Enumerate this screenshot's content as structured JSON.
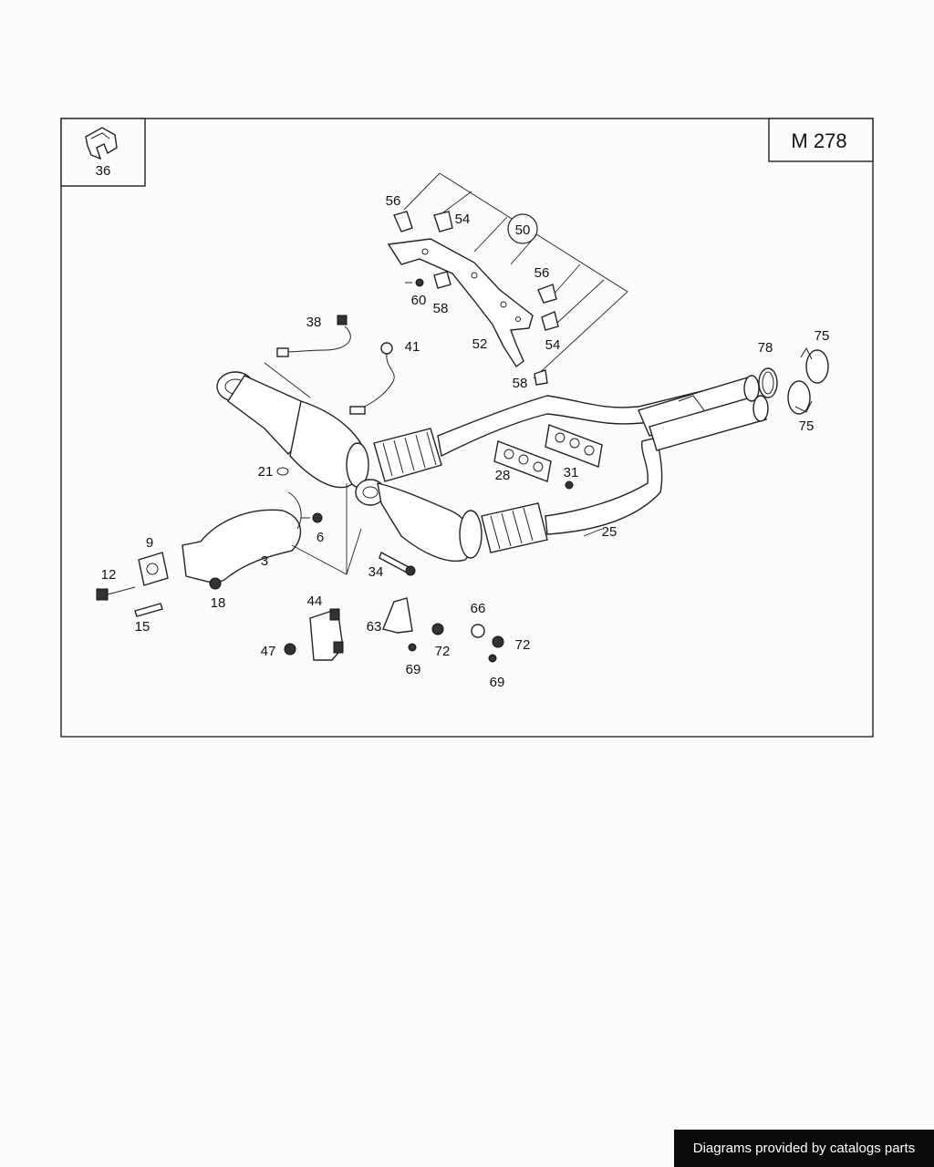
{
  "model_code": "M 278",
  "inset_part": "36",
  "callouts": {
    "c3": "3",
    "c6": "6",
    "c9": "9",
    "c12": "12",
    "c15": "15",
    "c18": "18",
    "c21": "21",
    "c25": "25",
    "c28": "28",
    "c31": "31",
    "c34": "34",
    "c36": "36",
    "c38": "38",
    "c41": "41",
    "c44": "44",
    "c47": "47",
    "c50": "50",
    "c52": "52",
    "c54a": "54",
    "c54b": "54",
    "c56a": "56",
    "c56b": "56",
    "c58a": "58",
    "c58b": "58",
    "c60": "60",
    "c63": "63",
    "c66": "66",
    "c69a": "69",
    "c69b": "69",
    "c72a": "72",
    "c72b": "72",
    "c75a": "75",
    "c75b": "75",
    "c78": "78"
  },
  "footer": {
    "credit": "Diagrams provided by catalogs parts"
  }
}
